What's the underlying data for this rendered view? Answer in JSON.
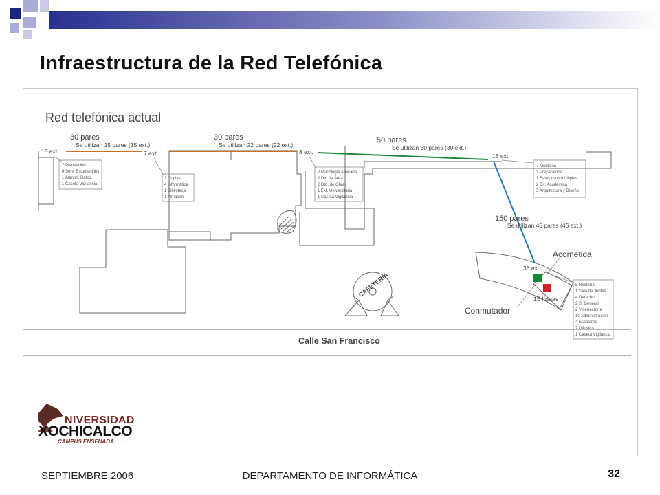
{
  "slide": {
    "title": "Infraestructura de la Red Telefónica",
    "footer_date": "SEPTIEMBRE 2006",
    "footer_department": "DEPARTAMENTO DE INFORMÁTICA",
    "page_number": "32"
  },
  "colors": {
    "deco_navy": "#1a237e",
    "deco_lavender": "#a8abd8",
    "line_orange": "#c87020",
    "line_green": "#1a8a3a",
    "line_blue": "#1a7ac8",
    "conmutador_green": "#118833",
    "acometida_red": "#d32020"
  },
  "diagram": {
    "heading": "Red telefónica actual",
    "street": "Calle San Francisco",
    "cafeteria": "CAFETERIA",
    "acometida": "Acometida",
    "conmutador": "Conmutador",
    "lineas": "15 líneas",
    "segments": [
      {
        "pares": "30 pares",
        "uso": "Se utilizan 15 pares (15 ext.)"
      },
      {
        "pares": "30 pares",
        "uso": "Se utilizan 22 pares (22 ext.)"
      },
      {
        "pares": "50 pares",
        "uso": "Se utilizan 30 pares (30 ext.)"
      },
      {
        "pares": "150 pares",
        "uso": "Se utilizan 46 pares (46 ext.)"
      }
    ],
    "ext_labels": [
      "15 ext.",
      "7 ext.",
      "8 ext.",
      "16 ext.",
      "36 ext."
    ],
    "boxes": [
      {
        "lines": [
          "7 Planeación",
          "6 Serv. Estudiantiles",
          "1 Admon. Dptos.",
          "1 Caseta Vigilancia"
        ]
      },
      {
        "lines": [
          "1 Copias",
          "4 Informática",
          "1 Biblioteca",
          "1 Almacén"
        ]
      },
      {
        "lines": [
          "2 Psicología Aplicada",
          "2 Dir. de Área",
          "2 Dto. de Obras",
          "1 Ext. Universitaria",
          "1 Caseta Vigilancia"
        ]
      },
      {
        "lines": [
          "7 Medicina",
          "3 Preparatoria",
          "1 Salas usos múltiples",
          "2 Dir. Académica",
          "3 Arquitectura y Diseño"
        ]
      },
      {
        "lines": [
          "5 Rectoría",
          "1 Sala de Juntas",
          "4 Derecho",
          "2 S. General",
          "2 Vicerrectoría",
          "10 Administración",
          "4 Escolares",
          "7 Difusión",
          "1 Caseta Vigilancia"
        ]
      }
    ]
  },
  "logo": {
    "line1": "NIVERSIDAD",
    "line2": "XOCHICALCO",
    "line3": "CAMPUS ENSENADA"
  }
}
